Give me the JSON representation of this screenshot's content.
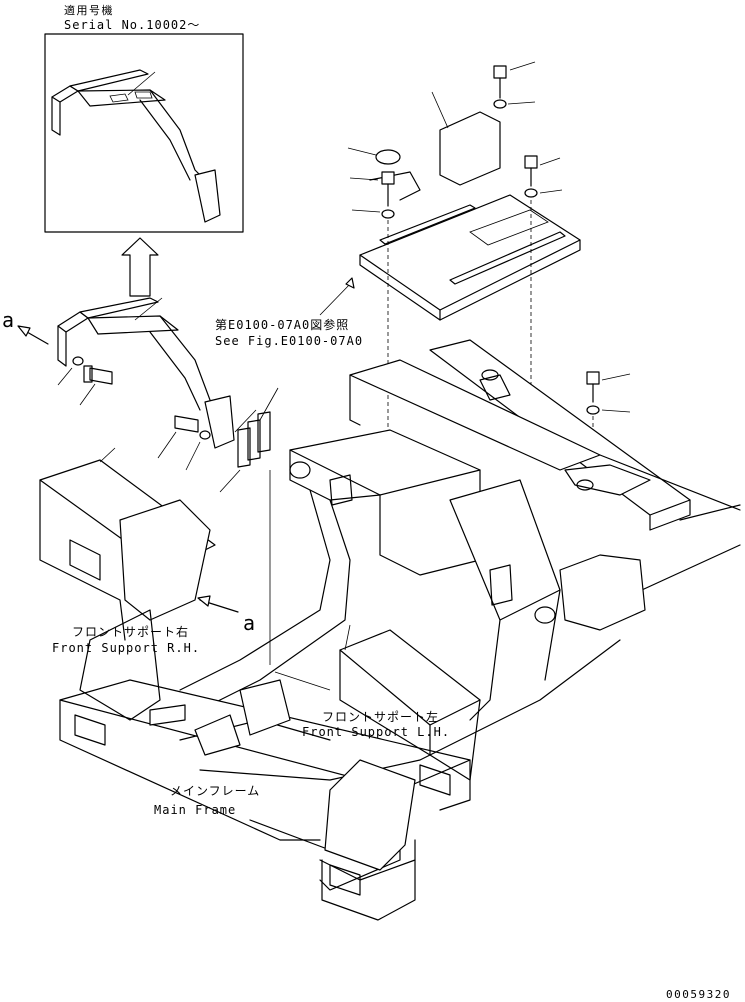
{
  "serial_box": {
    "title_jp": "適用号機",
    "serial": "Serial No.10002～"
  },
  "reference": {
    "jp": "第E0100-07A0図参照",
    "en": "See Fig.E0100-07A0"
  },
  "labels": {
    "view_a_left": "a",
    "view_a_right": "a",
    "front_support_rh_jp": "フロントサポート右",
    "front_support_rh_en": "Front Support R.H.",
    "front_support_lh_jp": "フロントサポート左",
    "front_support_lh_en": "Front Support L.H.",
    "main_frame_jp": "メインフレーム",
    "main_frame_en": "Main Frame"
  },
  "drawing_number": "00059320"
}
